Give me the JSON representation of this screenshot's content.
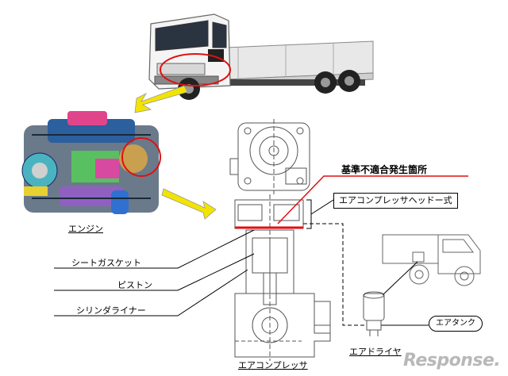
{
  "labels": {
    "fault_location": "基準不適合発生箇所",
    "compressor_head": "エアコンプレッサヘッドー式",
    "engine": "エンジン",
    "sheet_gasket": "シートガスケット",
    "piston": "ピストン",
    "cylinder_liner": "シリンダライナー",
    "air_tank": "エアタンク",
    "air_dryer": "エアドライヤ",
    "air_compressor": "エアコンプレッサ"
  },
  "watermark": "Response.",
  "colors": {
    "highlight_red": "#e01010",
    "arrow_yellow": "#f2e400",
    "line_black": "#000000",
    "drawing_gray": "#555555"
  }
}
